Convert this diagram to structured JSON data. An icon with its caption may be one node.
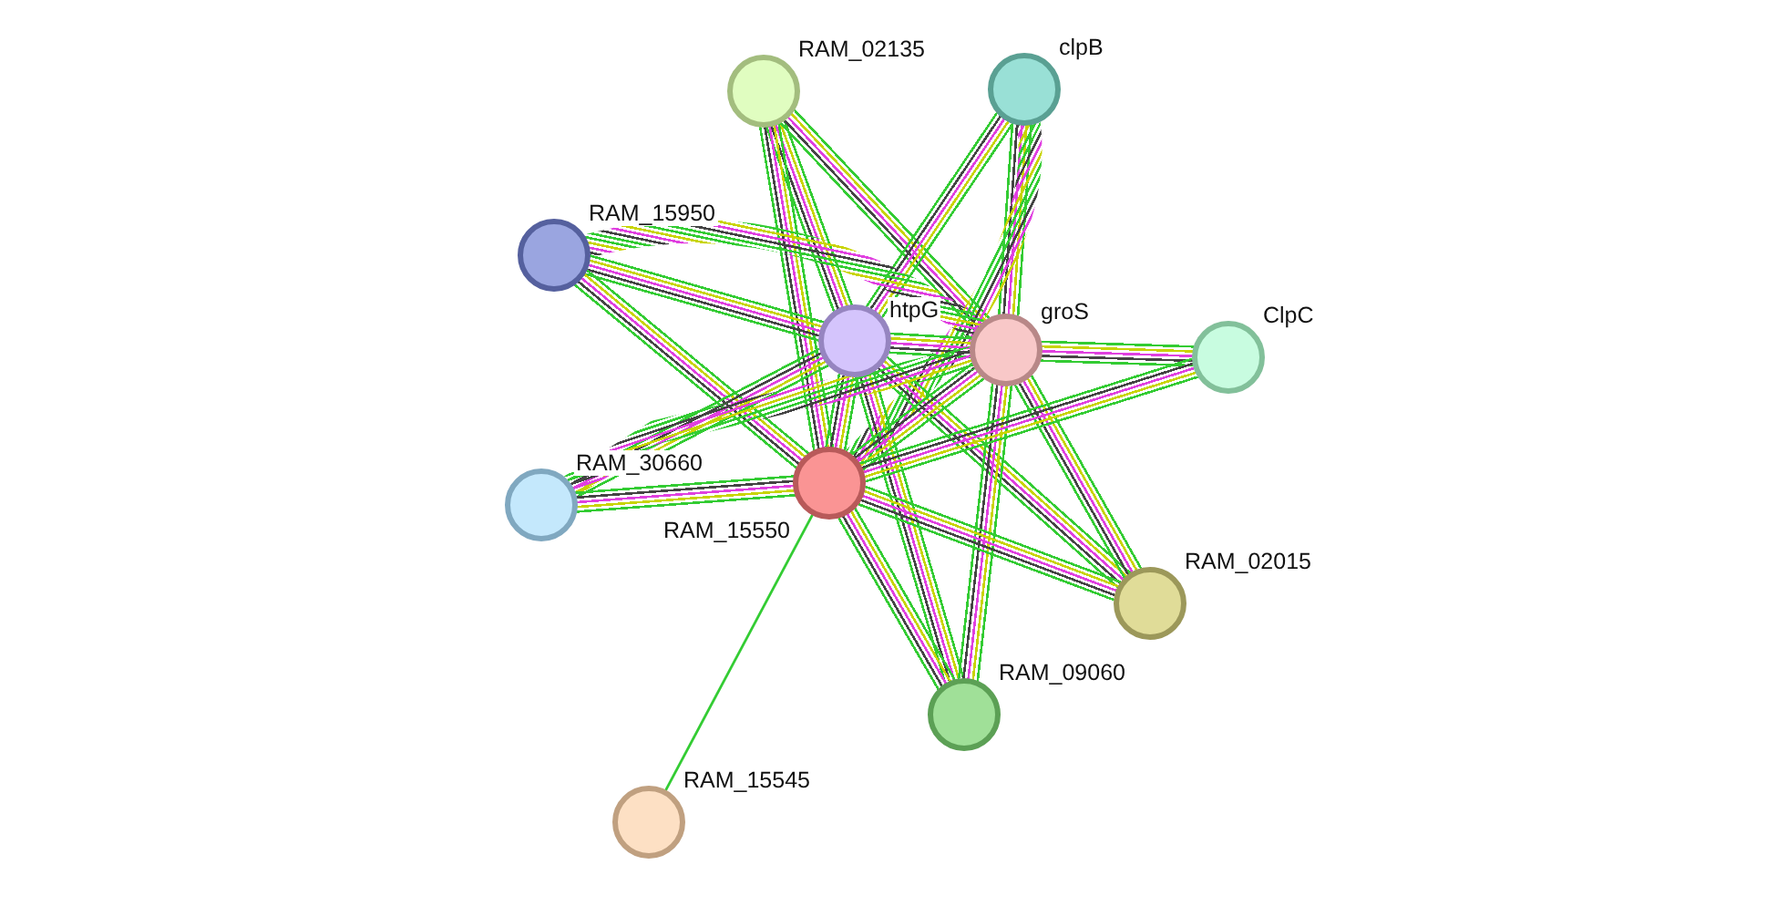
{
  "diagram": {
    "nodes": [
      {
        "text": [
          "RAM_02135"
        ]
      },
      {
        "text": [
          "clpB"
        ]
      },
      {
        "text": [
          "RAM_15950"
        ]
      },
      {
        "text": [
          "htpG"
        ]
      },
      {
        "text": [
          "groS"
        ]
      },
      {
        "text": [
          "ClpC"
        ]
      },
      {
        "text": [
          "RAM_15550"
        ]
      },
      {
        "text": [
          "RAM_30660"
        ]
      },
      {
        "text": [
          "RAM_02015"
        ]
      },
      {
        "text": [
          "RAM_09060"
        ]
      },
      {
        "text": [
          "RAM_15545"
        ]
      }
    ],
    "edges": [
      {
        "from": 0,
        "to": 3,
        "arrow": "none"
      },
      {
        "from": 0,
        "to": 4,
        "arrow": "none"
      },
      {
        "from": 0,
        "to": 6,
        "arrow": "none"
      },
      {
        "from": 1,
        "to": 3,
        "arrow": "none"
      },
      {
        "from": 1,
        "to": 4,
        "arrow": "none"
      },
      {
        "from": 1,
        "to": 6,
        "arrow": "none"
      },
      {
        "from": 2,
        "to": 3,
        "arrow": "none"
      },
      {
        "from": 2,
        "to": 4,
        "arrow": "none"
      },
      {
        "from": 2,
        "to": 6,
        "arrow": "none"
      },
      {
        "from": 3,
        "to": 4,
        "arrow": "none"
      },
      {
        "from": 3,
        "to": 6,
        "arrow": "none"
      },
      {
        "from": 3,
        "to": 7,
        "arrow": "none"
      },
      {
        "from": 3,
        "to": 8,
        "arrow": "none"
      },
      {
        "from": 3,
        "to": 9,
        "arrow": "none"
      },
      {
        "from": 4,
        "to": 5,
        "arrow": "none"
      },
      {
        "from": 4,
        "to": 6,
        "arrow": "none"
      },
      {
        "from": 4,
        "to": 7,
        "arrow": "none"
      },
      {
        "from": 4,
        "to": 8,
        "arrow": "none"
      },
      {
        "from": 4,
        "to": 9,
        "arrow": "none"
      },
      {
        "from": 5,
        "to": 6,
        "arrow": "none"
      },
      {
        "from": 6,
        "to": 7,
        "arrow": "none"
      },
      {
        "from": 6,
        "to": 8,
        "arrow": "none"
      },
      {
        "from": 6,
        "to": 9,
        "arrow": "none"
      },
      {
        "from": 6,
        "to": 10,
        "arrow": "none",
        "color": "#33cc33"
      }
    ]
  }
}
